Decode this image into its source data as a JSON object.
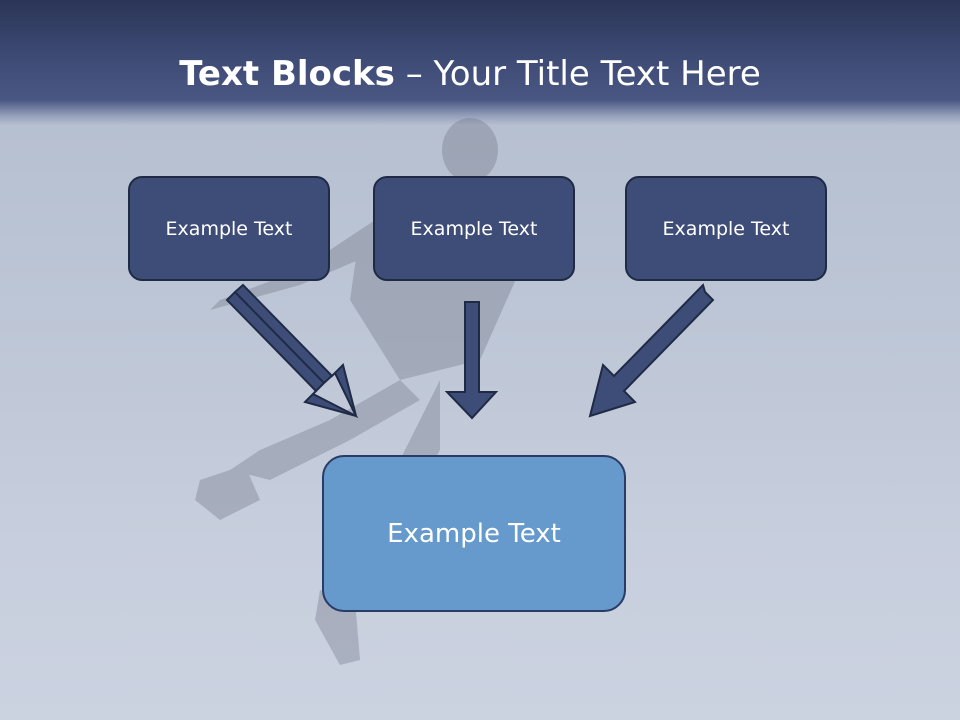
{
  "title": {
    "bold": "Text Blocks",
    "dash": "–",
    "rest": "Your Title Text Here"
  },
  "blocks": {
    "left": "Example Text",
    "middle": "Example Text",
    "right": "Example Text",
    "target": "Example Text"
  },
  "colors": {
    "header": "#3d4a74",
    "small_box": "#3e4d78",
    "target_box": "#6699cc",
    "arrow": "#3e4d78"
  }
}
